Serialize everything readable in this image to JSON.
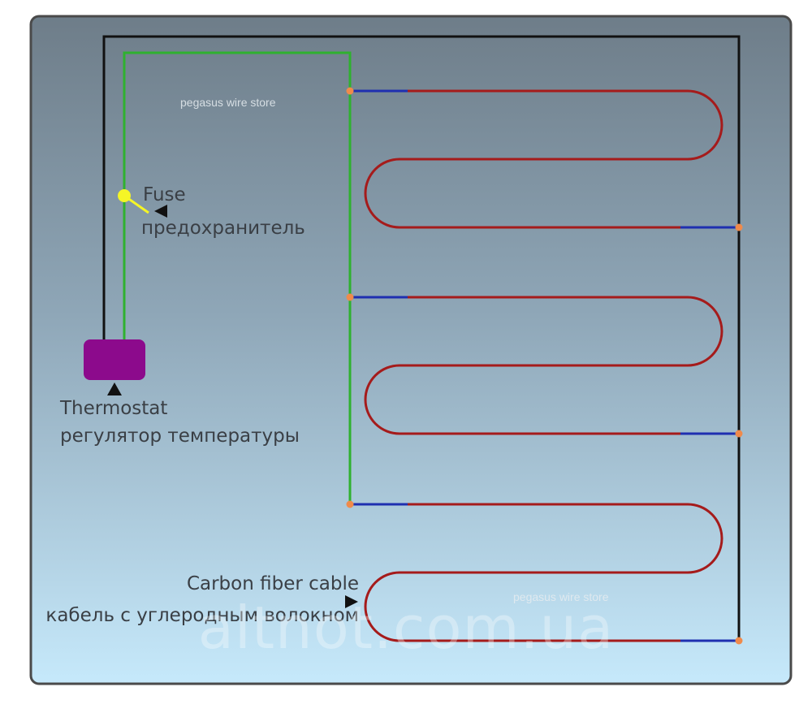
{
  "labels": {
    "fuse_en": "Fuse",
    "fuse_ru": "предохранитель",
    "thermostat_en": "Thermostat",
    "thermostat_ru": "регулятор температуры",
    "cable_en": "Carbon fiber cable",
    "cable_ru": "кабель с углеродным волокном"
  },
  "watermarks": {
    "store_top": "pegasus wire store",
    "store_bottom": "pegasus wire store",
    "site": "altnot.com.ua"
  },
  "colors": {
    "panel_top": "#6e7d89",
    "panel_bottom": "#c6e9fb",
    "frame": "#3b3b3b",
    "black_wire": "#111111",
    "green_wire": "#2fb12f",
    "red_cable": "#a51b1b",
    "blue_lead": "#1f2fb0",
    "junction": "#f08a4b",
    "thermostat": "#8c0a8c",
    "fuse": "#f5f526",
    "arrow": "#111111"
  }
}
